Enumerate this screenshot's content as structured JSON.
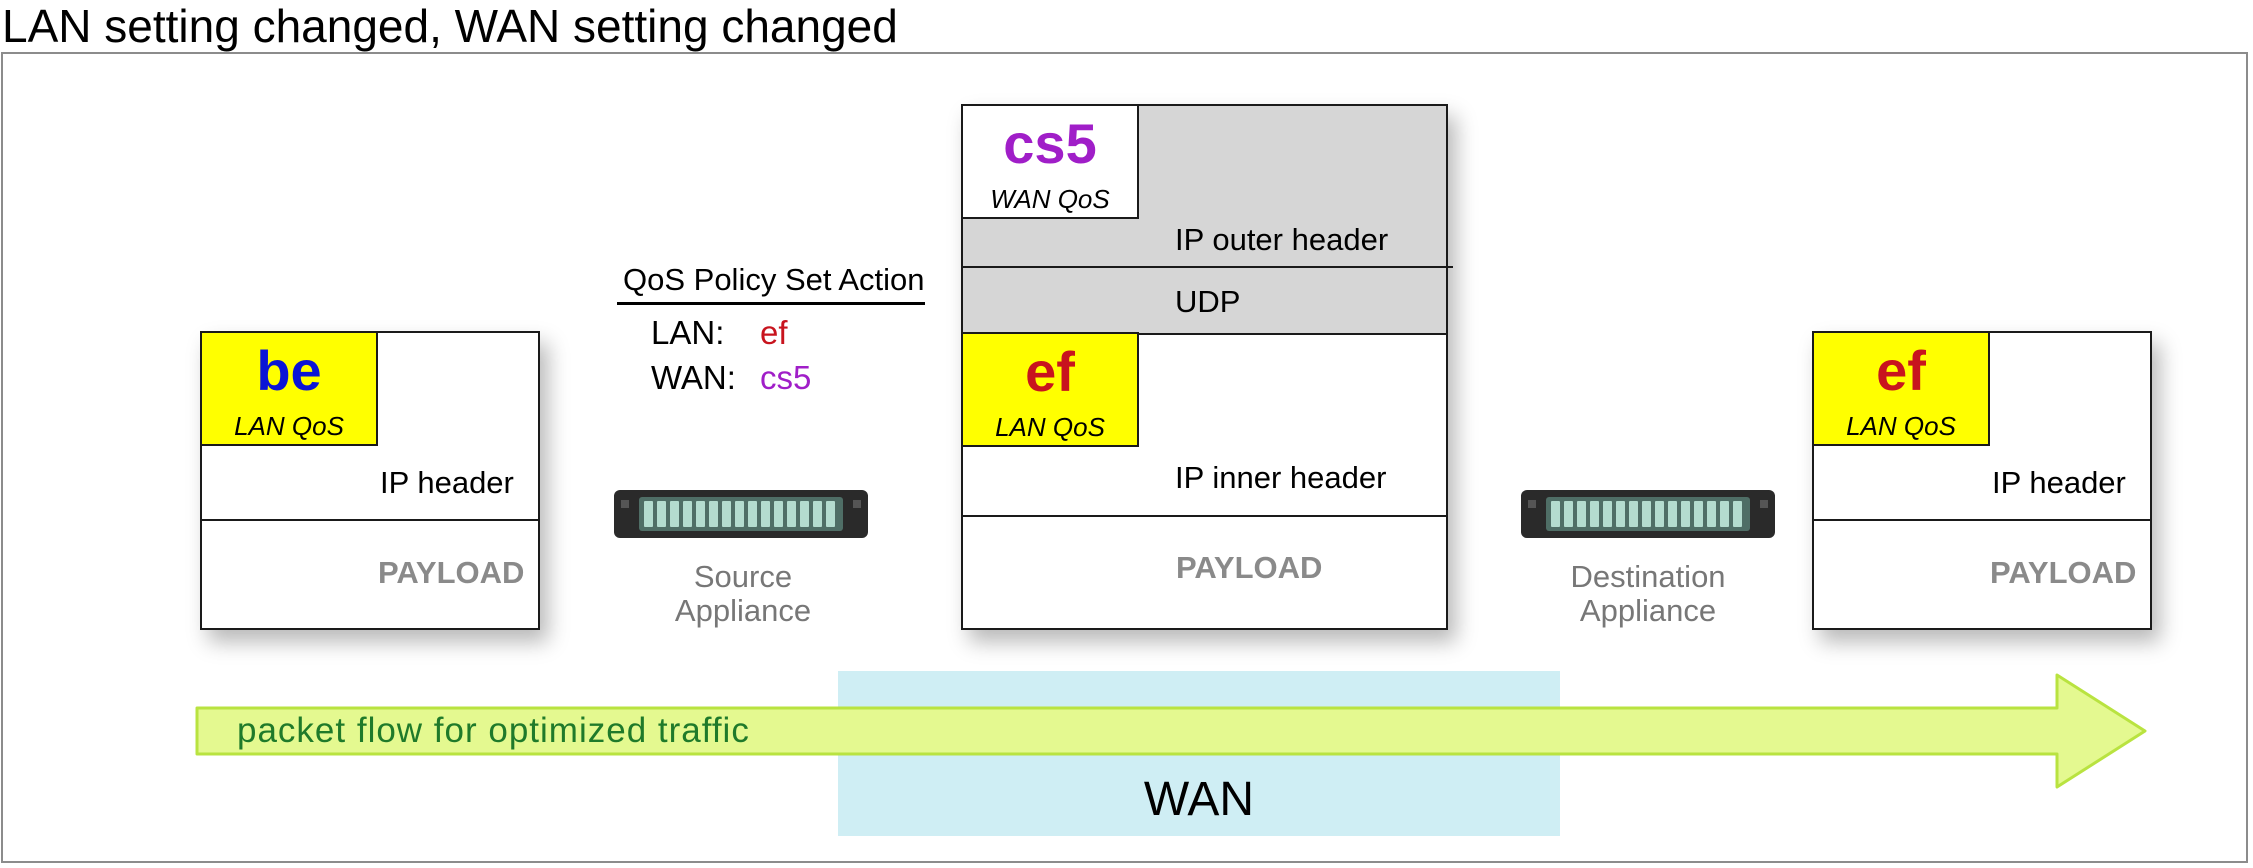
{
  "title": "LAN setting changed, WAN setting changed",
  "colors": {
    "tag_yellow": "#ffff00",
    "be_blue": "#0a14d6",
    "ef_red": "#c8141e",
    "cs5_purple": "#a01ec8",
    "wan_zone": "#cfeef4",
    "arrow_fill": "#e4f990",
    "flow_text": "#1f7a2a",
    "header_shade": "#d6d6d6"
  },
  "source_packet": {
    "tag_value": "be",
    "tag_label": "LAN QoS",
    "header_label": "IP header",
    "payload_label": "PAYLOAD"
  },
  "policy": {
    "title": "QoS Policy Set Action",
    "lan_key": "LAN:",
    "lan_value": "ef",
    "wan_key": "WAN:",
    "wan_value": "cs5"
  },
  "source_appliance": {
    "icon": "network-appliance-icon",
    "label_line1": "Source",
    "label_line2": "Appliance"
  },
  "wan_packet": {
    "outer_tag_value": "cs5",
    "outer_tag_label": "WAN QoS",
    "outer_header_label": "IP outer header",
    "udp_label": "UDP",
    "inner_tag_value": "ef",
    "inner_tag_label": "LAN QoS",
    "inner_header_label": "IP inner header",
    "payload_label": "PAYLOAD"
  },
  "destination_appliance": {
    "icon": "network-appliance-icon",
    "label_line1": "Destination",
    "label_line2": "Appliance"
  },
  "dest_packet": {
    "tag_value": "ef",
    "tag_label": "LAN QoS",
    "header_label": "IP header",
    "payload_label": "PAYLOAD"
  },
  "flow": {
    "label": "packet flow for optimized traffic",
    "arrow_icon": "flow-arrow-icon"
  },
  "wan": {
    "label": "WAN"
  }
}
